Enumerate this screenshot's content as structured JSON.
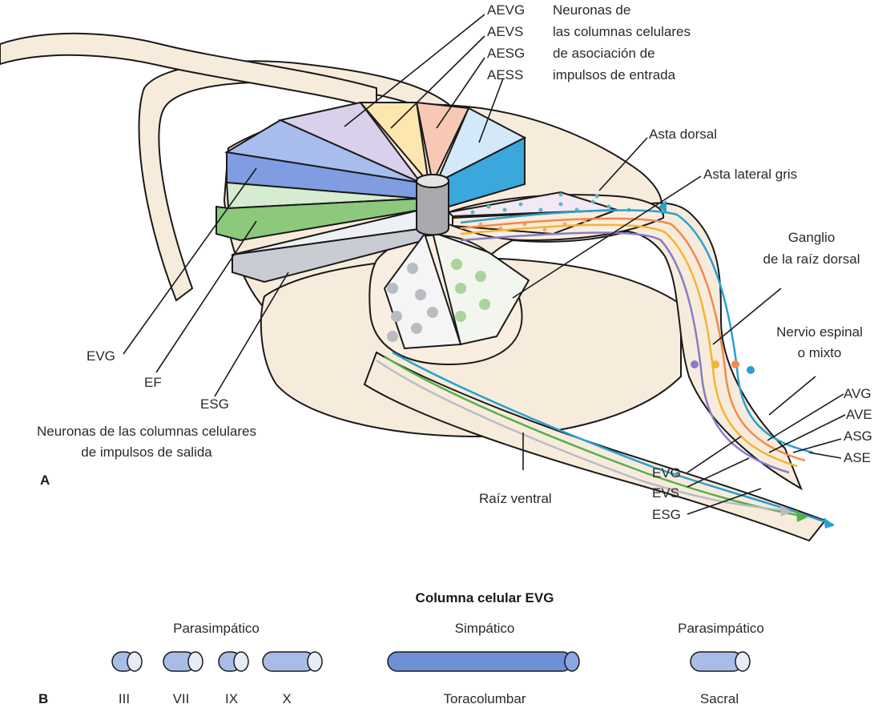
{
  "panel_a": {
    "letter": "A",
    "afferent_codes": [
      "AEVG",
      "AEVS",
      "AESG",
      "AESS"
    ],
    "afferent_caption": [
      "Neuronas de",
      "las columnas celulares",
      "de asociación de",
      "impulsos de entrada"
    ],
    "asta_dorsal": "Asta dorsal",
    "asta_lateral": "Asta lateral gris",
    "ganglio": [
      "Ganglio",
      "de la raíz dorsal"
    ],
    "nervio": [
      "Nervio espinal",
      "o mixto"
    ],
    "fiber_codes_right": [
      "AVG",
      "AVE",
      "ASG",
      "ASE"
    ],
    "efferent_fibers": [
      "EVG",
      "EVS",
      "ESG"
    ],
    "raiz_ventral": "Raíz ventral",
    "efferent_codes": [
      "EVG",
      "EF",
      "ESG"
    ],
    "efferent_caption": [
      "Neuronas de las columnas celulares",
      "de impulsos de salida"
    ]
  },
  "panel_b": {
    "letter": "B",
    "title": "Columna celular EVG",
    "groups": [
      "Parasimpático",
      "Simpático",
      "Parasimpático"
    ],
    "labels": [
      "III",
      "VII",
      "IX",
      "X",
      "Toracolumbar",
      "Sacral"
    ]
  },
  "colors": {
    "cord": "#f7ecdc",
    "avg_fiber": "#8a7bc4",
    "ave_fiber": "#f5b335",
    "asg_fiber": "#f08a50",
    "ase_fiber": "#2b9fd0",
    "evg_fiber": "#2b9fd0",
    "evs_fiber": "#5aae4a",
    "esg_fiber": "#b8bcc6",
    "cylinder_fill": "#a9bce6"
  }
}
